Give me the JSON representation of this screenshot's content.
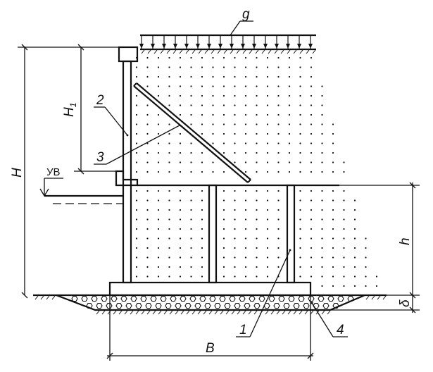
{
  "labels": {
    "load": "g",
    "total_height": "H",
    "upper_height_main": "H",
    "upper_height_sub": "1",
    "lower_height": "h",
    "bedding_thickness": "δ",
    "base_width": "B",
    "water_level": "УВ",
    "callout_1": "1",
    "callout_2": "2",
    "callout_3": "3",
    "callout_4": "4"
  },
  "colors": {
    "ink": "#111111",
    "background": "#ffffff"
  }
}
